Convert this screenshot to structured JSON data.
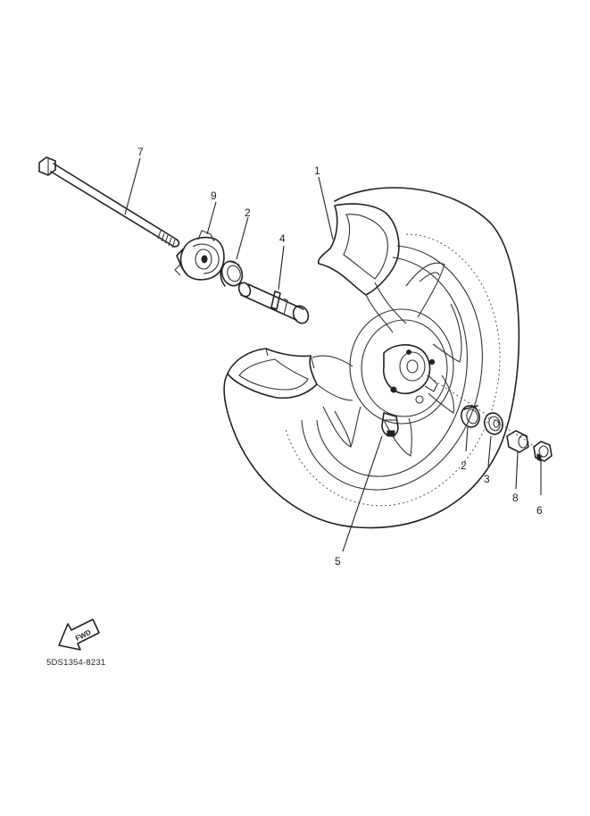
{
  "diagram": {
    "callouts": [
      {
        "id": "c1",
        "label": "1"
      },
      {
        "id": "c2a",
        "label": "2"
      },
      {
        "id": "c2b",
        "label": "2"
      },
      {
        "id": "c3",
        "label": "3"
      },
      {
        "id": "c4",
        "label": "4"
      },
      {
        "id": "c5",
        "label": "5"
      },
      {
        "id": "c6",
        "label": "6"
      },
      {
        "id": "c7",
        "label": "7"
      },
      {
        "id": "c8",
        "label": "8"
      },
      {
        "id": "c9",
        "label": "9"
      }
    ],
    "fwd_label": "FWD",
    "reference_code": "5DS1354-8231"
  },
  "colors": {
    "line": "#222222",
    "background": "#ffffff"
  }
}
